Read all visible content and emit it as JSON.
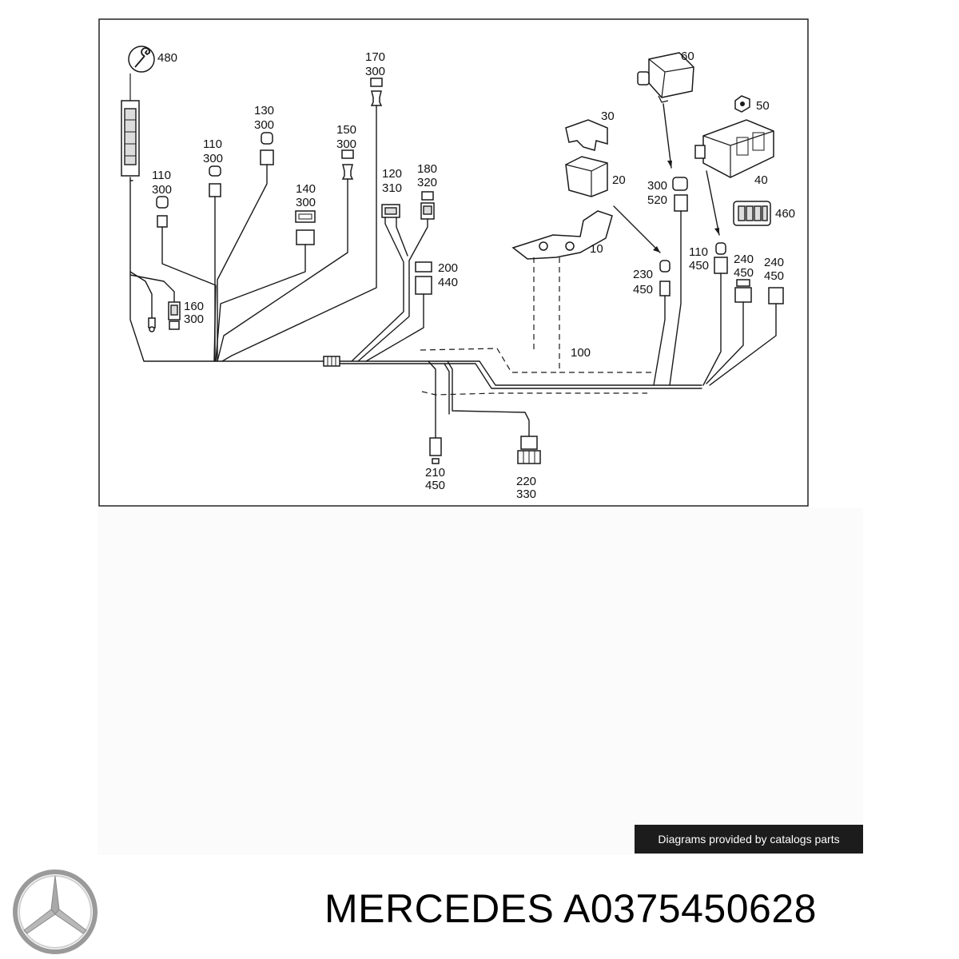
{
  "diagram": {
    "labels": {
      "l480": "480",
      "l170": "170",
      "l170b": "300",
      "l130": "130",
      "l130b": "300",
      "l110a": "110",
      "l110ab": "300",
      "l110b": "110",
      "l110bb": "300",
      "l150": "150",
      "l150b": "300",
      "l140": "140",
      "l140b": "300",
      "l120": "120",
      "l120b": "310",
      "l180": "180",
      "l180b": "320",
      "l200": "200",
      "l200b": "440",
      "l160": "160",
      "l160b": "300",
      "l60": "60",
      "l50": "50",
      "l30": "30",
      "l20": "20",
      "l40": "40",
      "l10": "10",
      "l460": "460",
      "l300r": "300",
      "l520r": "520",
      "l230": "230",
      "l230b": "450",
      "l110r": "110",
      "l110rb": "450",
      "l240a": "240",
      "l240ab": "450",
      "l240b": "240",
      "l240bb": "450",
      "l100": "100",
      "l210": "210",
      "l210b": "450",
      "l220": "220",
      "l220b": "330"
    }
  },
  "footer": {
    "credit": "Diagrams provided by catalogs parts",
    "brand": "MERCEDES",
    "part_number": "A0375450628",
    "logo_icon": "mercedes-star-icon"
  }
}
